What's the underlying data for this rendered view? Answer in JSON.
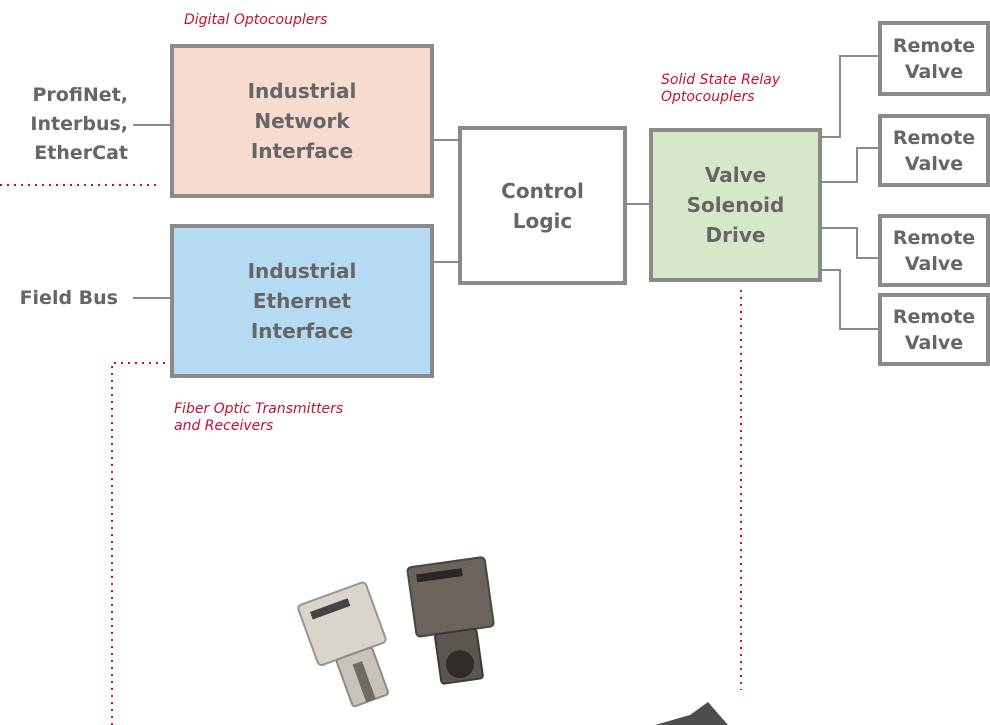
{
  "colors": {
    "network": "#f8dbcf",
    "ethernet": "#b5dbf3",
    "solenoid": "#d6e8c8",
    "border": "#8a8a8a",
    "accent": "#c4122f"
  },
  "annotations": {
    "digital_optocouplers": "Digital Optocouplers",
    "solid_state_relay": "Solid State Relay\nOptocouplers",
    "fiber_optic": "Fiber Optic Transmitters\nand Receivers"
  },
  "inputs": {
    "profinet": "ProfiNet,\nInterbus,\nEtherCat",
    "fieldbus": "Field Bus"
  },
  "blocks": {
    "network": "Industrial\nNetwork\nInterface",
    "ethernet": "Industrial\nEthernet\nInterface",
    "control": "Control\nLogic",
    "solenoid": "Valve\nSolenoid\nDrive"
  },
  "remote_valves": [
    "Remote\nValve",
    "Remote\nValve",
    "Remote\nValve",
    "Remote\nValve"
  ]
}
